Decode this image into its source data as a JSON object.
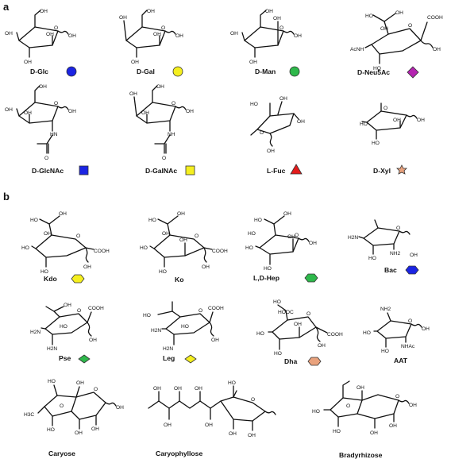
{
  "panels": [
    "a",
    "b"
  ],
  "atoms": {
    "oh": "OH",
    "o": "O",
    "cooh": "COOH",
    "acnh": "AcNH",
    "hn": "HN",
    "nh": "NH",
    "h2n": "H2N",
    "nh2": "NH2",
    "nhac": "NHAc",
    "hooc": "HOOC",
    "ho": "HO",
    "h3c": "H3C"
  },
  "sugars": [
    {
      "id": "glc",
      "name": "D-Glc",
      "symbol": {
        "shape": "circle",
        "color": "#1b24e3"
      }
    },
    {
      "id": "gal",
      "name": "D-Gal",
      "symbol": {
        "shape": "circle",
        "color": "#f5ef1f"
      }
    },
    {
      "id": "man",
      "name": "D-Man",
      "symbol": {
        "shape": "circle",
        "color": "#2eb84b"
      }
    },
    {
      "id": "neu5ac",
      "name": "D-Neu5Ac",
      "symbol": {
        "shape": "diamond",
        "color": "#b424b0"
      }
    },
    {
      "id": "glcnac",
      "name": "D-GlcNAc",
      "symbol": {
        "shape": "square",
        "color": "#1b24e3"
      }
    },
    {
      "id": "galnac",
      "name": "D-GalNAc",
      "symbol": {
        "shape": "square",
        "color": "#f5ef1f"
      }
    },
    {
      "id": "fuc",
      "name": "L-Fuc",
      "symbol": {
        "shape": "triangle",
        "color": "#e31b1b"
      }
    },
    {
      "id": "xyl",
      "name": "D-Xyl",
      "symbol": {
        "shape": "star",
        "color": "#e9a27d"
      }
    },
    {
      "id": "kdo",
      "name": "Kdo",
      "symbol": {
        "shape": "hexagon",
        "color": "#f5ef1f"
      }
    },
    {
      "id": "ko",
      "name": "Ko",
      "symbol": null
    },
    {
      "id": "hep",
      "name": "L,D-Hep",
      "symbol": {
        "shape": "hexagon",
        "color": "#2eb84b"
      }
    },
    {
      "id": "bac",
      "name": "Bac",
      "symbol": {
        "shape": "hexagon",
        "color": "#1b24e3"
      }
    },
    {
      "id": "pse",
      "name": "Pse",
      "symbol": {
        "shape": "diamond-flat",
        "color": "#2eb84b"
      }
    },
    {
      "id": "leg",
      "name": "Leg",
      "symbol": {
        "shape": "diamond-flat",
        "color": "#f5ef1f"
      }
    },
    {
      "id": "dha",
      "name": "Dha",
      "symbol": {
        "shape": "hexagon",
        "color": "#e9a27d"
      }
    },
    {
      "id": "aat",
      "name": "AAT",
      "symbol": null
    },
    {
      "id": "caryose",
      "name": "Caryose",
      "symbol": null
    },
    {
      "id": "caryophyllose",
      "name": "Caryophyllose",
      "symbol": null
    },
    {
      "id": "bradyrhizose",
      "name": "Bradyrhizose",
      "symbol": null
    }
  ]
}
